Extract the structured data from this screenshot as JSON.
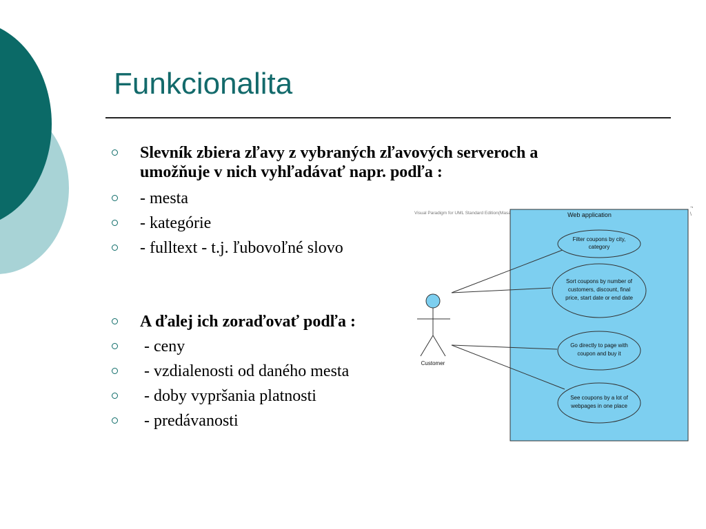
{
  "slide": {
    "title": "Funkcionalita",
    "colors": {
      "title": "#136a6b",
      "circle_dark": "#0b6a67",
      "circle_light": "#a8d3d6",
      "bullet": "#0b6a67",
      "system_fill": "#7dcff0",
      "usecase_fill": "#7dcff0",
      "actor_head": "#7dcff0"
    }
  },
  "bullets": [
    {
      "text": "Slevník zbiera zľavy z vybraných zľavových serveroch a\numožňuje v nich vyhľadávať napr. podľa :",
      "bold": true
    },
    {
      "text": "- mesta",
      "bold": false
    },
    {
      "text": "- kategórie",
      "bold": false
    },
    {
      "text": "- fulltext - t.j. ľubovoľné slovo",
      "bold": false
    },
    {
      "text": "A ďalej ich zoraďovať podľa :",
      "bold": true
    },
    {
      "text": " - ceny",
      "bold": false
    },
    {
      "text": " - vzdialenosti od daného mesta",
      "bold": false
    },
    {
      "text": " - doby vypršania platnosti",
      "bold": false
    },
    {
      "text": " - predávanosti",
      "bold": false
    }
  ],
  "diagram": {
    "watermark": "Visual Paradigm for UML Standard Edition(Masaryk University)",
    "system_label": "Web application",
    "actor_label": "Customer",
    "use_cases": [
      {
        "lines": [
          "Filter coupons by city,",
          "category"
        ]
      },
      {
        "lines": [
          "Sort coupons by number of",
          "customers, discount, final",
          "price, start date or end date"
        ]
      },
      {
        "lines": [
          "Go directly to page with",
          "coupon and buy it"
        ]
      },
      {
        "lines": [
          "See coupons by a lot of",
          "webpages in one place"
        ]
      }
    ]
  }
}
